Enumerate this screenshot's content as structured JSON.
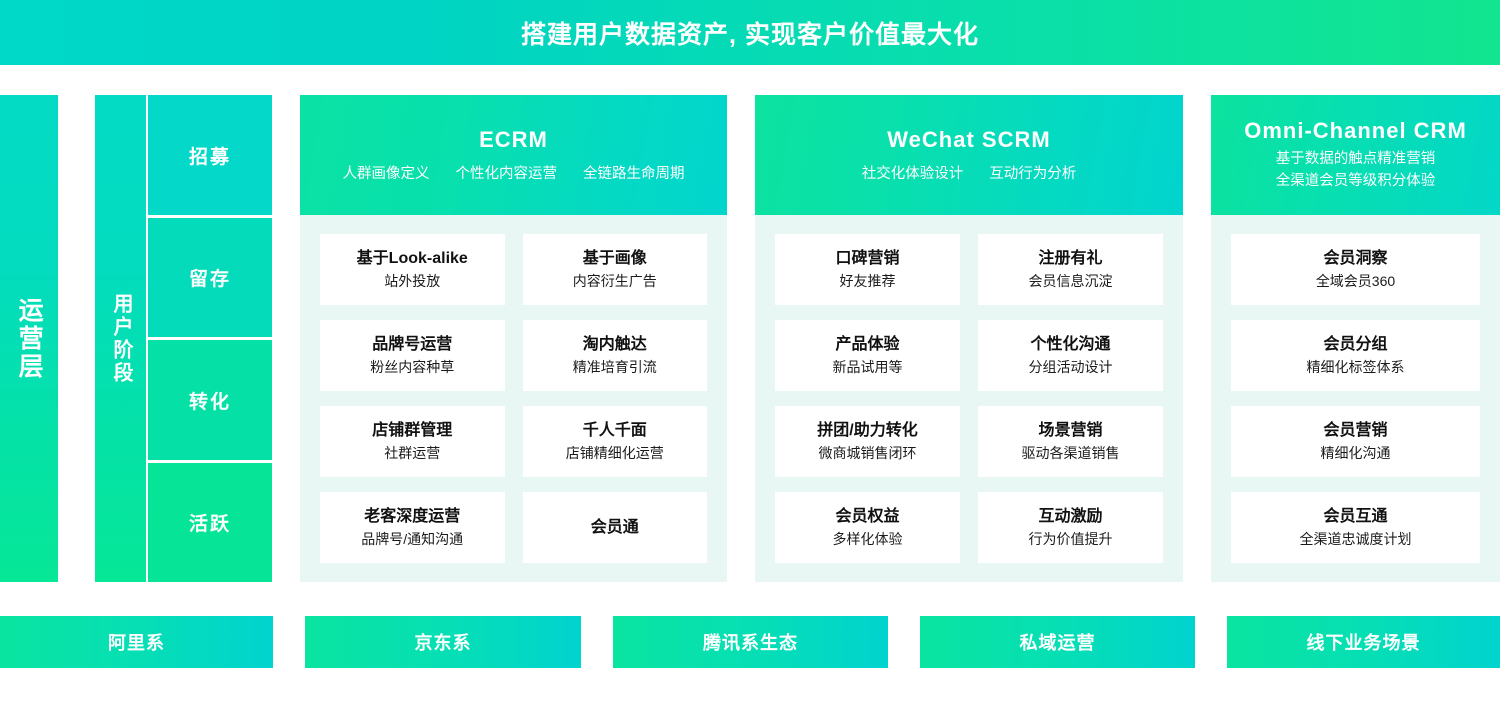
{
  "header": {
    "title": "搭建用户数据资产, 实现客户价值最大化"
  },
  "rails": {
    "layer_label": "运营层",
    "stage_label": "用户阶段"
  },
  "stages": [
    {
      "label": "招募"
    },
    {
      "label": "留存"
    },
    {
      "label": "转化"
    },
    {
      "label": "活跃"
    }
  ],
  "panels": [
    {
      "name": "ECRM",
      "tags": [
        "人群画像定义",
        "个性化内容运营",
        "全链路生命周期"
      ],
      "sublines": [],
      "columns": 2,
      "cells": [
        {
          "title": "基于Look-alike",
          "sub": "站外投放"
        },
        {
          "title": "基于画像",
          "sub": "内容衍生广告"
        },
        {
          "title": "品牌号运营",
          "sub": "粉丝内容种草"
        },
        {
          "title": "淘内触达",
          "sub": "精准培育引流"
        },
        {
          "title": "店铺群管理",
          "sub": "社群运营"
        },
        {
          "title": "千人千面",
          "sub": "店铺精细化运营"
        },
        {
          "title": "老客深度运营",
          "sub": "品牌号/通知沟通"
        },
        {
          "title": "会员通",
          "sub": ""
        }
      ]
    },
    {
      "name": "WeChat  SCRM",
      "tags": [
        "社交化体验设计",
        "互动行为分析"
      ],
      "sublines": [],
      "columns": 2,
      "cells": [
        {
          "title": "口碑营销",
          "sub": "好友推荐"
        },
        {
          "title": "注册有礼",
          "sub": "会员信息沉淀"
        },
        {
          "title": "产品体验",
          "sub": "新品试用等"
        },
        {
          "title": "个性化沟通",
          "sub": "分组活动设计"
        },
        {
          "title": "拼团/助力转化",
          "sub": "微商城销售闭环"
        },
        {
          "title": "场景营销",
          "sub": "驱动各渠道销售"
        },
        {
          "title": "会员权益",
          "sub": "多样化体验"
        },
        {
          "title": "互动激励",
          "sub": "行为价值提升"
        }
      ]
    },
    {
      "name": "Omni-Channel CRM",
      "tags": [],
      "sublines": [
        "基于数据的触点精准营销",
        "全渠道会员等级积分体验"
      ],
      "columns": 1,
      "cells": [
        {
          "title": "会员洞察",
          "sub": "全域会员360"
        },
        {
          "title": "会员分组",
          "sub": "精细化标签体系"
        },
        {
          "title": "会员营销",
          "sub": "精细化沟通"
        },
        {
          "title": "会员互通",
          "sub": "全渠道忠诚度计划"
        }
      ]
    }
  ],
  "bottom_bars": [
    {
      "label": "阿里系"
    },
    {
      "label": "京东系"
    },
    {
      "label": "腾讯系生态"
    },
    {
      "label": "私域运营"
    },
    {
      "label": "线下业务场景"
    }
  ],
  "colors": {
    "teal": "#00d4c4",
    "green": "#0ae4a0",
    "panel_body": "#e9f7f4",
    "cell_bg": "#ffffff",
    "text_dark": "#111111",
    "text_light": "#ffffff"
  }
}
